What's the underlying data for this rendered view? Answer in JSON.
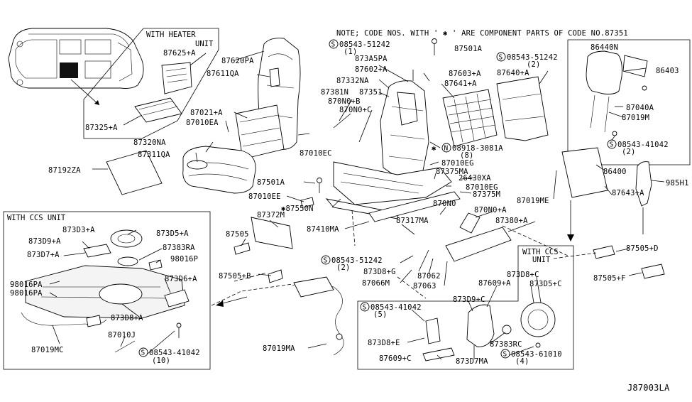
{
  "diagram_id": "J87003LA",
  "note": "NOTE; CODE NOS. WITH ' ✱ ' ARE COMPONENT PARTS OF CODE NO.87351",
  "boxes": {
    "heater": {
      "title_line1": "WITH HEATER",
      "title_line2": "UNIT"
    },
    "ccs_left": {
      "title": "WITH CCS UNIT"
    },
    "ccs_right": {
      "title_line1": "WITH CCS",
      "title_line2": "UNIT"
    }
  },
  "callouts": [
    "87625+A",
    "87325+A",
    "87620PA",
    "87611QA",
    "87021+A",
    "87010EA",
    "87320NA",
    "87311QA",
    "87192ZA",
    "08543-51242",
    "(1)",
    "87501A",
    "873A5PA",
    "87602+A",
    "87603+A",
    "87332NA",
    "87381N",
    "87351",
    "87010EC",
    "870N0+B",
    "870N0+C",
    "08543-51242",
    "(2)",
    "87640+A",
    "87641+A",
    "86440N",
    "86403",
    "87040A",
    "87019M",
    "08543-41042",
    "(2)",
    "08918-3081A",
    "(8)",
    "87010EG",
    "87375MA",
    "26430XA",
    "87010EG",
    "87375M",
    "86400",
    "87643+A",
    "985H1",
    "87019ME",
    "87501A",
    "87010EE",
    "✱87550N",
    "87372M",
    "87410MA",
    "870N0",
    "870N0+A",
    "87505",
    "87505+B",
    "87317MA",
    "87380+A",
    "873D3+A",
    "873D5+A",
    "873D9+A",
    "87383RA",
    "873D7+A",
    "98016P",
    "98016PA",
    "98016PA",
    "873D6+A",
    "873D8+A",
    "87010J",
    "87019MC",
    "08543-41042",
    "(10)",
    "08543-51242",
    "(2)",
    "873D8+G",
    "87066M",
    "87062",
    "87063",
    "87019MA",
    "873D8+C",
    "87609+A",
    "873D9+C",
    "873D5+C",
    "08543-41042",
    "(5)",
    "873D8+E",
    "87383RC",
    "08543-61010",
    "(4)",
    "87609+C",
    "873D7MA",
    "87505+D",
    "87505+F"
  ],
  "screw_marker": "S",
  "nut_marker": "N",
  "star_marker": "✱"
}
